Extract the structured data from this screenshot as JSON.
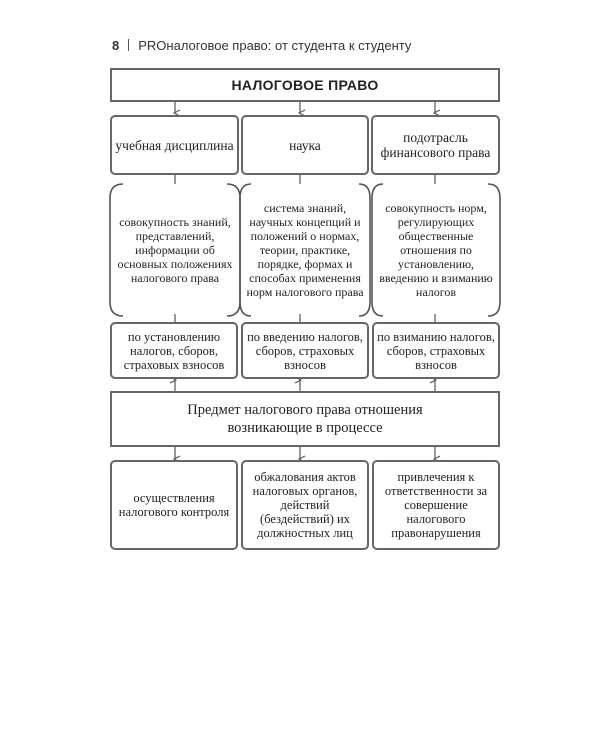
{
  "header": {
    "page_number": "8",
    "running_title": "PROналоговое право: от студента к студенту"
  },
  "diagram": {
    "title": "НАЛОГОВОЕ ПРАВО",
    "aspects": [
      "учебная дисциплина",
      "наука",
      "подотрасль финансового права"
    ],
    "definitions": [
      "совокупность знаний, представлений, информации об основных положениях налогового права",
      "система знаний, научных концепций и положений о нормах, теории, практике, порядке, формах и способах применения норм налогового права",
      "совокупность норм, регулирующих общественные отношения по установлению, введению и взиманию налогов"
    ],
    "relations": [
      "по установлению налогов, сборов, страховых взносов",
      "по введению налогов, сборов, страховых взносов",
      "по взиманию налогов, сборов, страховых взносов"
    ],
    "subject": "Предмет налогового права отношения возникающие в процессе",
    "processes": [
      "осуществления налогового контроля",
      "обжалования актов налоговых органов, действий (бездействий) их должностных лиц",
      "привлечения к ответственности за совершение налогового правонарушения"
    ]
  }
}
